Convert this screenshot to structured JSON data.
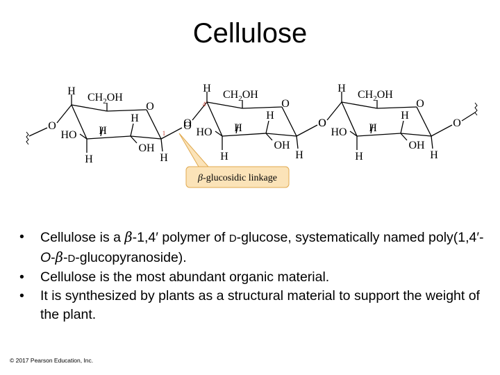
{
  "title": "Cellulose",
  "structure": {
    "atoms": {
      "H": "H",
      "CH2OH_a": "CH",
      "CH2OH_sub": "2",
      "CH2OH_b": "OH",
      "O": "O",
      "HO": "HO",
      "OH": "OH",
      "pos4": "4′",
      "pos1": "1"
    },
    "linkage_label_beta": "β",
    "linkage_label": "-glucosidic linkage",
    "colors": {
      "bond": "#000000",
      "position_number": "#c0392b",
      "label_fill": "#fbe3b8",
      "label_border": "#e0a94f"
    }
  },
  "bullets": [
    {
      "p1": "Cellulose is a ",
      "beta": "β",
      "p2": "-1,4′ polymer of ",
      "d": "D",
      "p3": "-glucose, systematically named poly(1,4′-",
      "o": "O",
      "p4": "-",
      "beta2": "β",
      "p5": "-",
      "d2": "D",
      "p6": "-glucopyranoside)."
    },
    {
      "text": "Cellulose is the most abundant organic material."
    },
    {
      "text": "It is synthesized by plants as a structural material to support the weight of the plant."
    }
  ],
  "copyright": "© 2017 Pearson Education, Inc."
}
